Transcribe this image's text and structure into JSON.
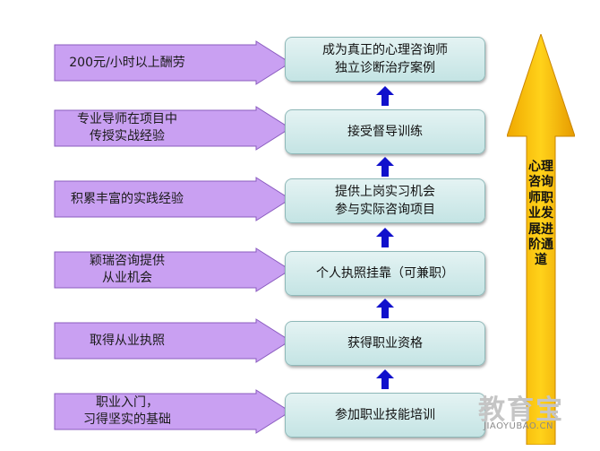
{
  "steps": [
    {
      "label": "成为真正的心理咨询师\n独立诊断治疗案例"
    },
    {
      "label": "接受督导训练"
    },
    {
      "label": "提供上岗实习机会\n参与实际咨询项目"
    },
    {
      "label": "个人执照挂靠（可兼职）"
    },
    {
      "label": "获得职业资格"
    },
    {
      "label": "参加职业技能培训"
    }
  ],
  "benefits": [
    {
      "label": "200元/小时以上酬劳"
    },
    {
      "label": "专业导师在项目中\n传授实战经验"
    },
    {
      "label": "积累丰富的实践经验"
    },
    {
      "label": "颖瑞咨询提供\n从业机会"
    },
    {
      "label": "取得从业执照"
    },
    {
      "label": "职业入门，\n习得坚实的基础"
    }
  ],
  "career_path": {
    "label": "心理咨询师职业发展进阶通道"
  },
  "watermark": {
    "main": "教育宝",
    "sub": "JIAOYUBAO.CN"
  },
  "colors": {
    "benefit_fill": "#c9a0f2",
    "step_fill": "#cfe9e9",
    "connector": "#1010cc",
    "path_fill": "#ffc000"
  }
}
